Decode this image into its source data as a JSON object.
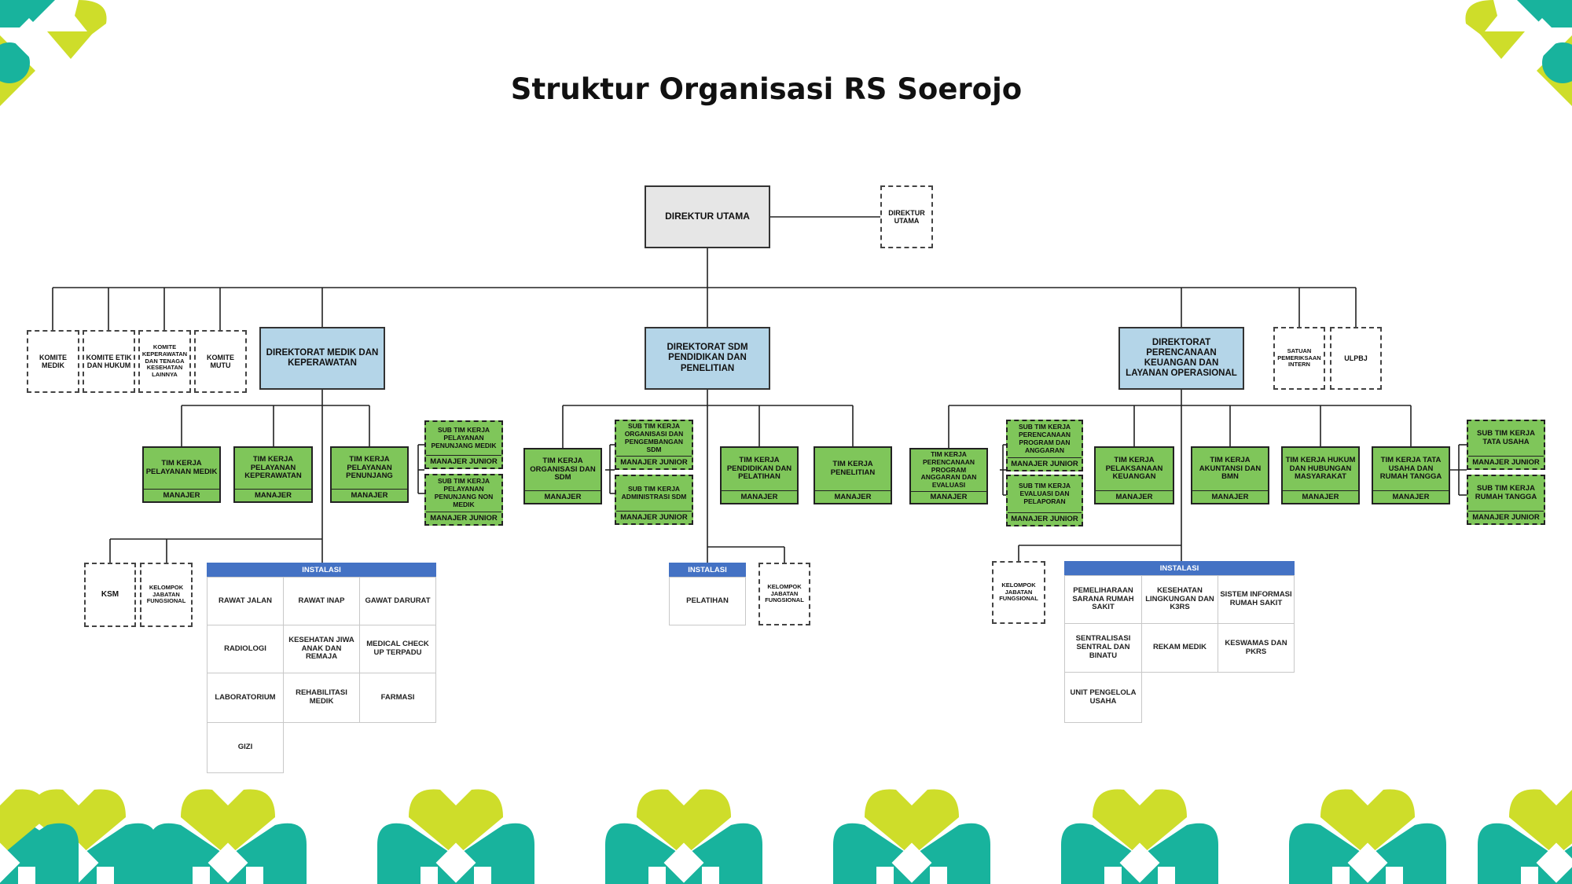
{
  "title": "Struktur Organisasi RS Soerojo",
  "colors": {
    "teal": "#18b39d",
    "lime": "#cedd2a",
    "blue_box": "#b4d5e8",
    "green_box": "#7fc65a",
    "instalasi_header": "#4472c4"
  },
  "top": {
    "direktur_utama": "DIREKTUR UTAMA",
    "direktur": "DIREKTUR UTAMA"
  },
  "committees": [
    "KOMITE MEDIK",
    "KOMITE ETIK DAN HUKUM",
    "KOMITE KEPERAWATAN DAN TENAGA KESEHATAN LAINNYA",
    "KOMITE MUTU"
  ],
  "right_units": [
    "SATUAN PEMERIKSAAN INTERN",
    "ULPBJ"
  ],
  "directorates": [
    "DIREKTORAT MEDIK DAN KEPERAWATAN",
    "DIREKTORAT SDM PENDIDIKAN DAN PENELITIAN",
    "DIREKTORAT PERENCANAAN KEUANGAN DAN LAYANAN OPERASIONAL"
  ],
  "roles": {
    "manajer": "MANAJER",
    "manajer_junior": "MANAJER JUNIOR"
  },
  "teams": {
    "medik": [
      "TIM KERJA PELAYANAN MEDIK",
      "TIM KERJA PELAYANAN KEPERAWATAN",
      "TIM KERJA PELAYANAN PENUNJANG"
    ],
    "medik_sub": [
      "SUB TIM KERJA PELAYANAN PENUNJANG MEDIK",
      "SUB TIM KERJA PELAYANAN PENUNJANG NON MEDIK"
    ],
    "sdm": [
      "TIM KERJA ORGANISASI DAN SDM",
      "TIM KERJA PENDIDIKAN DAN PELATIHAN",
      "TIM KERJA PENELITIAN"
    ],
    "sdm_sub": [
      "SUB TIM KERJA ORGANISASI DAN PENGEMBANGAN SDM",
      "SUB TIM KERJA ADMINISTRASI SDM"
    ],
    "keu": [
      "TIM KERJA PERENCANAAN PROGRAM ANGGARAN DAN EVALUASI",
      "TIM KERJA PELAKSANAAN KEUANGAN",
      "TIM KERJA AKUNTANSI DAN BMN",
      "TIM KERJA HUKUM DAN HUBUNGAN MASYARAKAT",
      "TIM KERJA TATA USAHA DAN RUMAH TANGGA"
    ],
    "keu_sub_a": [
      "SUB TIM KERJA PERENCANAAN PROGRAM DAN ANGGARAN",
      "SUB TIM KERJA EVALUASI DAN PELAPORAN"
    ],
    "keu_sub_b": [
      "SUB TIM KERJA TATA USAHA",
      "SUB TIM KERJA RUMAH TANGGA"
    ]
  },
  "functional": {
    "ksm": "KSM",
    "kjf": "KELOMPOK JABATAN FUNGSIONAL"
  },
  "instalasi": {
    "header": "INSTALASI",
    "medik": [
      "RAWAT JALAN",
      "RAWAT INAP",
      "GAWAT DARURAT",
      "RADIOLOGI",
      "KESEHATAN JIWA ANAK DAN REMAJA",
      "MEDICAL CHECK UP TERPADU",
      "LABORATORIUM",
      "REHABILITASI MEDIK",
      "FARMASI",
      "GIZI"
    ],
    "sdm": [
      "PELATIHAN"
    ],
    "keu": [
      "PEMELIHARAAN SARANA RUMAH SAKIT",
      "KESEHATAN LINGKUNGAN DAN K3RS",
      "SISTEM INFORMASI RUMAH SAKIT",
      "SENTRALISASI SENTRAL DAN BINATU",
      "REKAM MEDIK",
      "KESWAMAS DAN PKRS",
      "UNIT PENGELOLA USAHA"
    ]
  }
}
